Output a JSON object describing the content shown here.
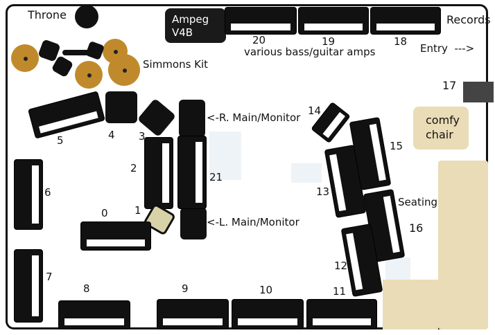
{
  "labels": {
    "throne": "Throne",
    "simmons_kit": "Simmons Kit",
    "ampeg": "Ampeg\nV4B",
    "records": "Records",
    "amps_caption": "various bass/guitar amps",
    "entry": "Entry  --->",
    "r_main": "<-R. Main/Monitor",
    "l_main": "<-L. Main/Monitor",
    "comfy_chair": "comfy\nchair",
    "seating": "Seating"
  },
  "numbers": {
    "n0": "0",
    "n1": "1",
    "n2": "2",
    "n3": "3",
    "n4": "4",
    "n5": "5",
    "n6": "6",
    "n7": "7",
    "n8": "8",
    "n9": "9",
    "n10": "10",
    "n11": "11",
    "n12": "12",
    "n13": "13",
    "n14": "14",
    "n15": "15",
    "n16": "16",
    "n17": "17",
    "n18": "18",
    "n19": "19",
    "n20": "20",
    "n21": "21"
  },
  "colors": {
    "unit_fill": "#111111",
    "pad_fill": "#c08a2c",
    "seating_fill": "#e9dcb6",
    "ampeg_fill": "#1a1a1a"
  }
}
